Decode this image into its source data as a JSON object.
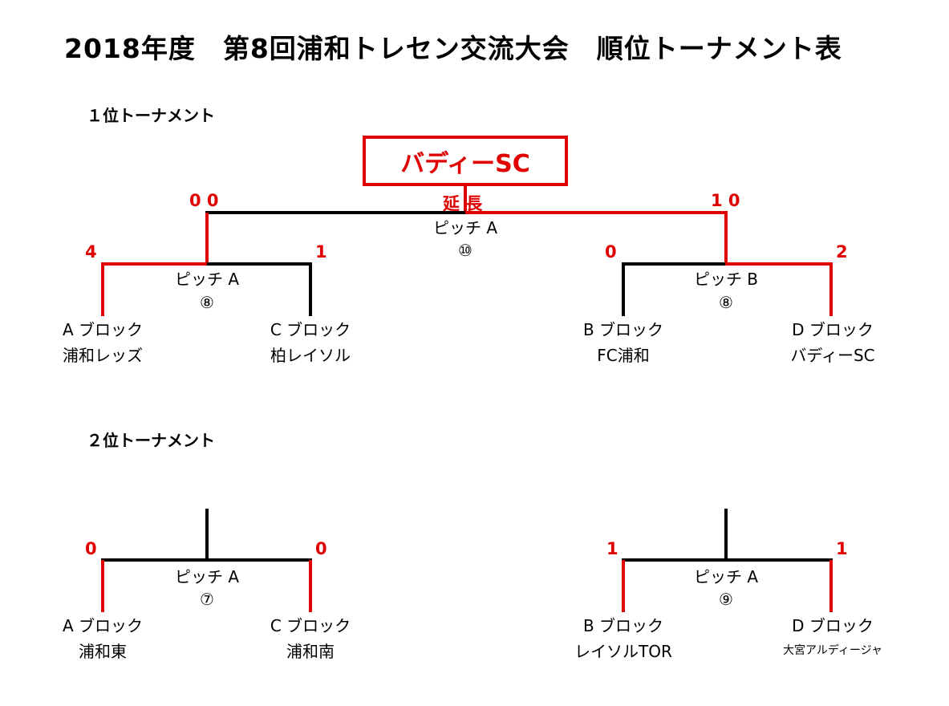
{
  "title": "2018年度　第8回浦和トレセン交流大会　順位トーナメント表",
  "first": {
    "heading": "１位トーナメント",
    "champion": "バディーSC",
    "final": {
      "score_left": "0 0",
      "score_right": "1 0",
      "extra": "延 長",
      "pitch": "ピッチ A",
      "match_no": "⑩"
    },
    "semi_left": {
      "score_left": "4",
      "score_right": "1",
      "pitch": "ピッチ A",
      "match_no": "⑧"
    },
    "semi_right": {
      "score_left": "0",
      "score_right": "2",
      "pitch": "ピッチ B",
      "match_no": "⑧"
    },
    "teams": [
      {
        "block": "A ブロック",
        "name": "浦和レッズ"
      },
      {
        "block": "C ブロック",
        "name": "柏レイソル"
      },
      {
        "block": "B ブロック",
        "name": "FC浦和"
      },
      {
        "block": "D ブロック",
        "name": "バディーSC"
      }
    ]
  },
  "second": {
    "heading": "２位トーナメント",
    "match_left": {
      "score_left": "0",
      "score_right": "0",
      "pitch": "ピッチ A",
      "match_no": "⑦"
    },
    "match_right": {
      "score_left": "1",
      "score_right": "1",
      "pitch": "ピッチ A",
      "match_no": "⑨"
    },
    "teams": [
      {
        "block": "A ブロック",
        "name": "浦和東"
      },
      {
        "block": "C ブロック",
        "name": "浦和南"
      },
      {
        "block": "B ブロック",
        "name": "レイソルTOR"
      },
      {
        "block": "D ブロック",
        "name": "大宮アルディージャ"
      }
    ]
  },
  "colors": {
    "winner_line": "#e00000",
    "loser_line": "#000000",
    "score": "#e00000"
  }
}
